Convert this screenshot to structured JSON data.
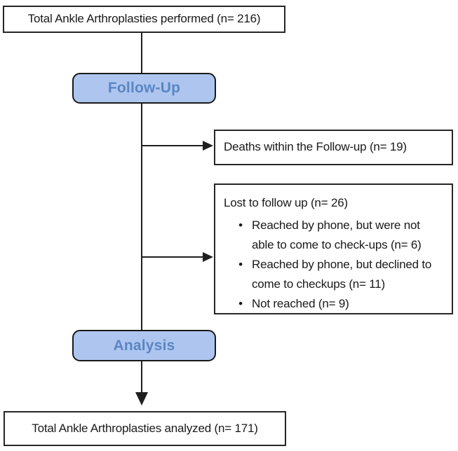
{
  "flowchart": {
    "nodes": {
      "performed": {
        "label": "Total Ankle Arthroplasties performed (n= 216)"
      },
      "follow_up": {
        "label": "Follow-Up"
      },
      "deaths": {
        "label": "Deaths within the Follow-up (n= 19)"
      },
      "lost": {
        "title": "Lost to follow up (n= 26)",
        "bullets": [
          "Reached by phone, but were not able to come to check-ups (n= 6)",
          "Reached by phone, but declined to come to checkups (n= 11)",
          "Not reached (n= 9)"
        ]
      },
      "analysis": {
        "label": "Analysis"
      },
      "analyzed": {
        "label": "Total Ankle Arthroplasties analyzed (n= 171)"
      }
    },
    "glyphs": {
      "bullet": "•"
    },
    "colors": {
      "stage_fill": "#aec6ef",
      "stage_text": "#5b85c2",
      "box_border": "#262626",
      "connector": "#1f1f1f",
      "background": "#ffffff",
      "text": "#1a1a1a"
    }
  }
}
